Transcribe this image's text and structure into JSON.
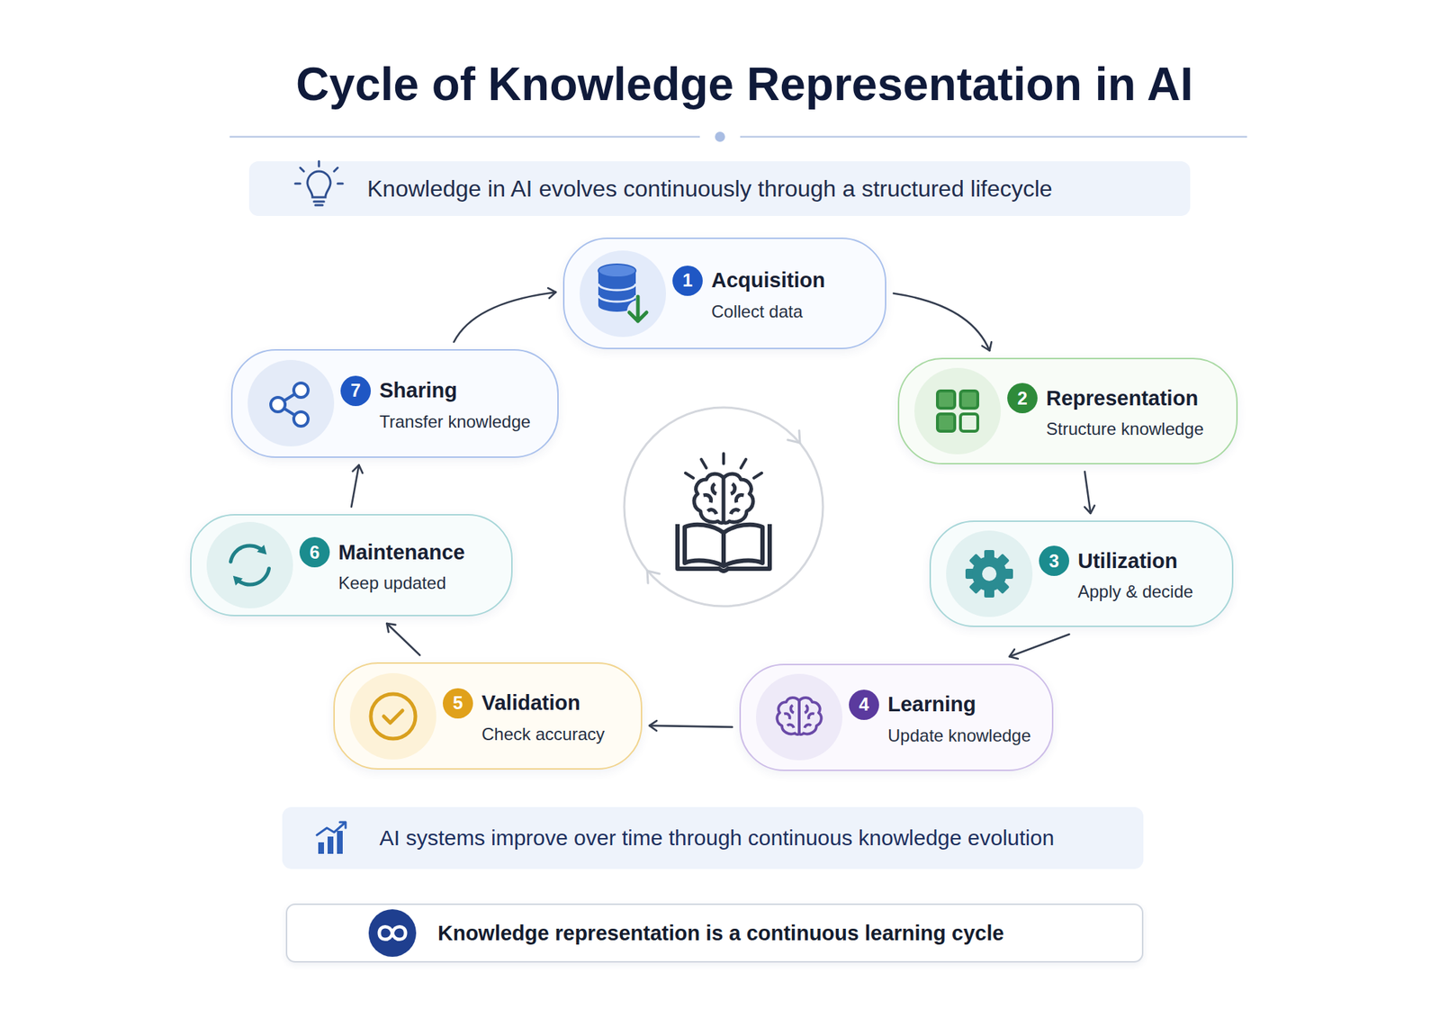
{
  "diagram": {
    "title": "Cycle of Knowledge Representation in AI",
    "nodes": [
      {
        "text": [
          "Knowledge in AI evolves continuously through a structured lifecycle"
        ]
      },
      {
        "text": [
          "1",
          "Acquisition",
          "Collect data"
        ]
      },
      {
        "text": [
          "2",
          "Representation",
          "Structure knowledge"
        ]
      },
      {
        "text": [
          "3",
          "Utilization",
          "Apply & decide"
        ]
      },
      {
        "text": [
          "4",
          "Learning",
          "Update knowledge"
        ]
      },
      {
        "text": [
          "5",
          "Validation",
          "Check accuracy"
        ]
      },
      {
        "text": [
          "6",
          "Maintenance",
          "Keep updated"
        ]
      },
      {
        "text": [
          "7",
          "Sharing",
          "Transfer knowledge"
        ]
      },
      {
        "text": [
          "AI systems improve over time through continuous knowledge evolution"
        ]
      },
      {
        "text": [
          "Knowledge representation is a continuous learning cycle"
        ]
      }
    ],
    "edges": [
      {
        "from": 1,
        "to": 2,
        "arrow": "to"
      },
      {
        "from": 2,
        "to": 3,
        "arrow": "to"
      },
      {
        "from": 3,
        "to": 4,
        "arrow": "to"
      },
      {
        "from": 4,
        "to": 5,
        "arrow": "to"
      },
      {
        "from": 5,
        "to": 6,
        "arrow": "to"
      },
      {
        "from": 6,
        "to": 7,
        "arrow": "to"
      },
      {
        "from": 7,
        "to": 1,
        "arrow": "to"
      }
    ]
  }
}
